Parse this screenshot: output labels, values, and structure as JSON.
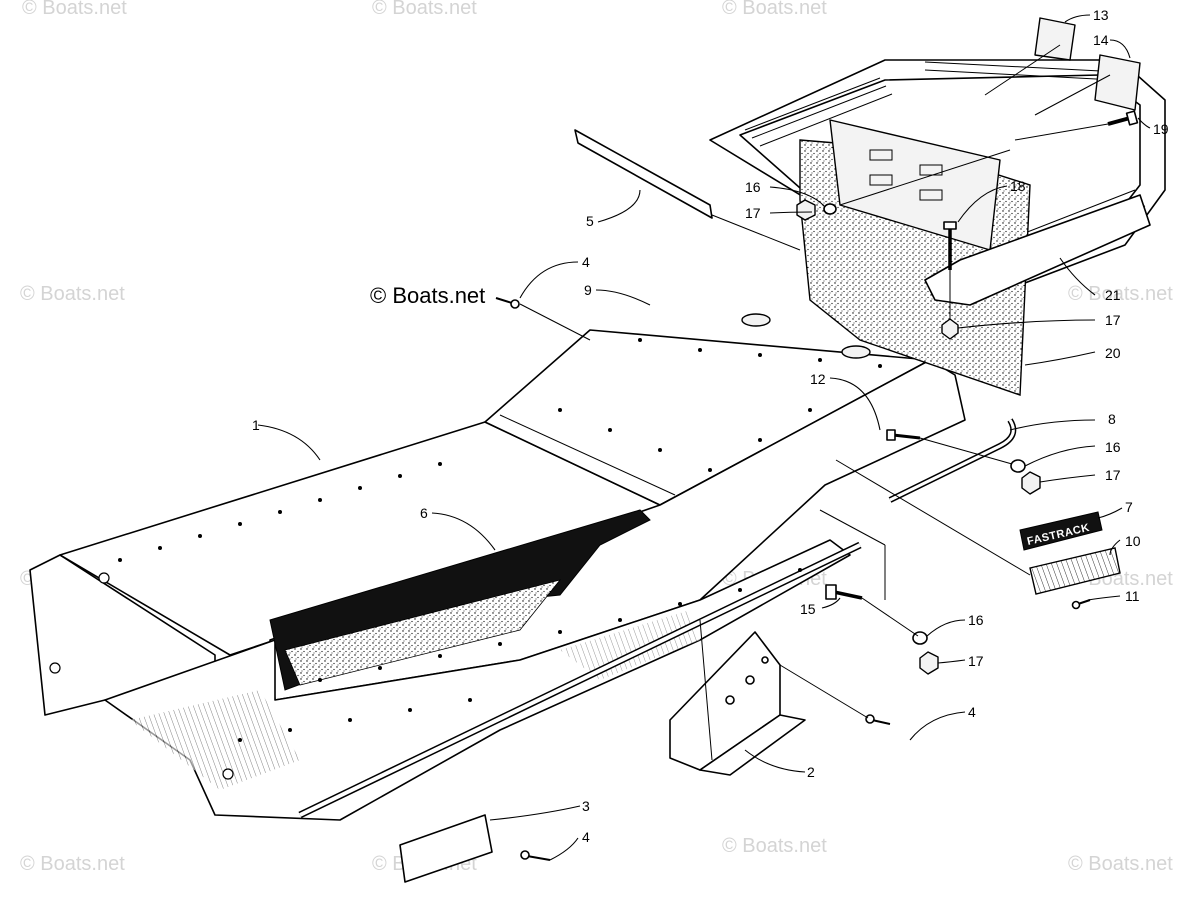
{
  "watermarks": {
    "brand": "© Boats.net",
    "main": "© Boats.net"
  },
  "decal_text": "FASTRACK",
  "callouts": {
    "c1": "1",
    "c2": "2",
    "c3": "3",
    "c4a": "4",
    "c4b": "4",
    "c4c": "4",
    "c5": "5",
    "c6": "6",
    "c7": "7",
    "c8": "8",
    "c9": "9",
    "c10": "10",
    "c11": "11",
    "c12": "12",
    "c13": "13",
    "c14": "14",
    "c15": "15",
    "c16a": "16",
    "c16b": "16",
    "c16c": "16",
    "c17a": "17",
    "c17b": "17",
    "c17c": "17",
    "c17d": "17",
    "c18": "18",
    "c19": "19",
    "c20": "20",
    "c21": "21"
  },
  "colors": {
    "ink": "#000000",
    "paper": "#ffffff",
    "watermark": "#d4d4d4"
  }
}
